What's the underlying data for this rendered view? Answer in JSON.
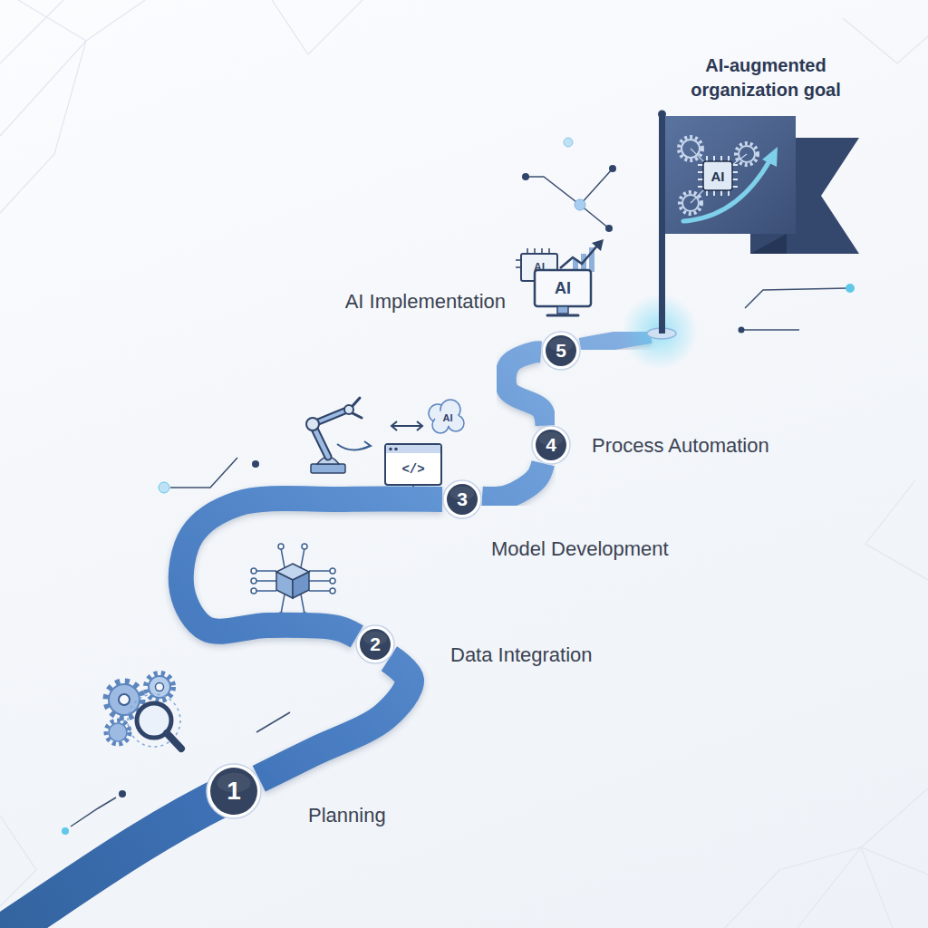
{
  "diagram": {
    "nodes": [
      {
        "text": [
          "1",
          "Planning"
        ]
      },
      {
        "text": [
          "2",
          "Data Integration"
        ]
      },
      {
        "text": [
          "3",
          "Model Development"
        ]
      },
      {
        "text": [
          "4",
          "Process Automation"
        ]
      },
      {
        "text": [
          "5",
          "AI Implementation"
        ]
      },
      {
        "text": [
          "AI-augmented organization goal"
        ]
      }
    ],
    "edges": [
      {
        "from": 0,
        "to": 1,
        "arrow": "none"
      },
      {
        "from": 1,
        "to": 2,
        "arrow": "none"
      },
      {
        "from": 2,
        "to": 3,
        "arrow": "none"
      },
      {
        "from": 3,
        "to": 4,
        "arrow": "none"
      },
      {
        "from": 4,
        "to": 5,
        "arrow": "none"
      }
    ],
    "labels": [
      "AI",
      "AI",
      "AI",
      "AI",
      "</>"
    ]
  }
}
